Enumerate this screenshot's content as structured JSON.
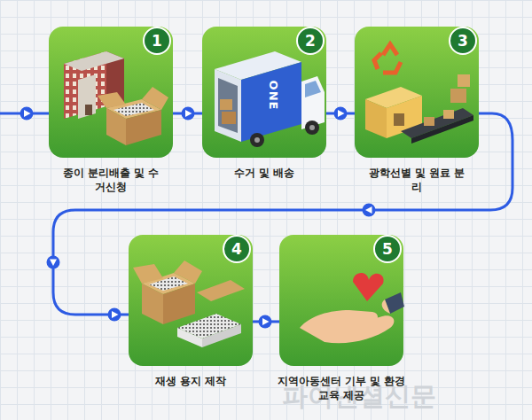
{
  "diagram": {
    "nodes": [
      {
        "text": [
          "종이 분리배출 및 수거신청"
        ]
      },
      {
        "text": [
          "수거 및 배송"
        ]
      },
      {
        "text": [
          "광학선별 및 원료 분리"
        ]
      },
      {
        "text": [
          "재생 용지 제작"
        ]
      },
      {
        "text": [
          "지역아동센터 기부 및 환경교육 제공"
        ]
      }
    ],
    "edges": [
      {
        "from": 0,
        "to": 1,
        "arrow": "to"
      },
      {
        "from": 1,
        "to": 2,
        "arrow": "to"
      },
      {
        "from": 2,
        "to": 3,
        "arrow": "to"
      },
      {
        "from": 3,
        "to": 4,
        "arrow": "to"
      }
    ],
    "labels": [
      "1",
      "2",
      "3",
      "4",
      "5",
      "ONE",
      "파이낸셜신문"
    ]
  }
}
